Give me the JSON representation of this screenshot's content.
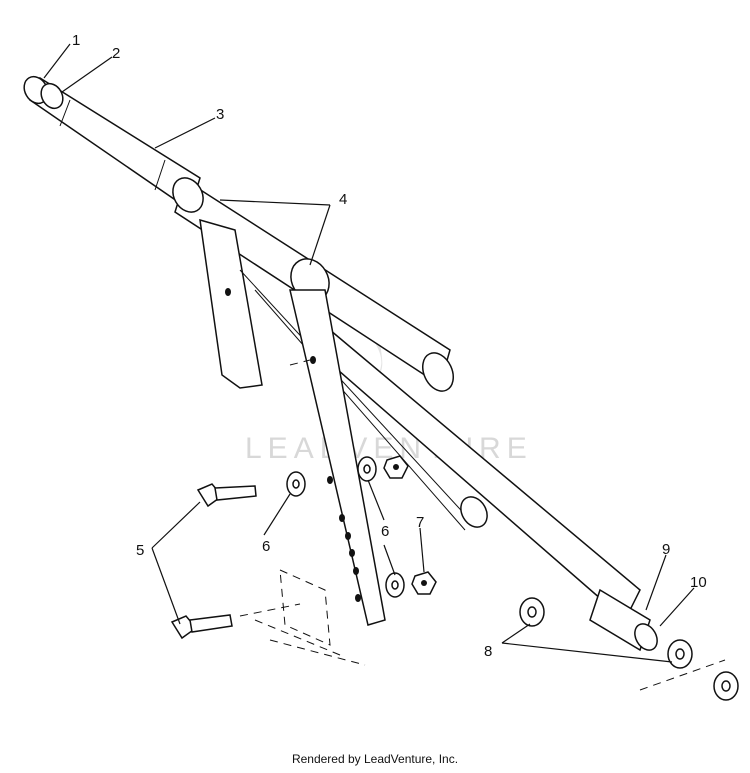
{
  "callouts": [
    {
      "label": "1"
    },
    {
      "label": "2"
    },
    {
      "label": "3"
    },
    {
      "label": "4"
    },
    {
      "label": "5"
    },
    {
      "label": "6"
    },
    {
      "label": "6"
    },
    {
      "label": "7"
    },
    {
      "label": "8"
    },
    {
      "label": "9"
    },
    {
      "label": "10"
    }
  ],
  "watermark": "LEADVENTURE",
  "footer": "Rendered by LeadVenture, Inc."
}
